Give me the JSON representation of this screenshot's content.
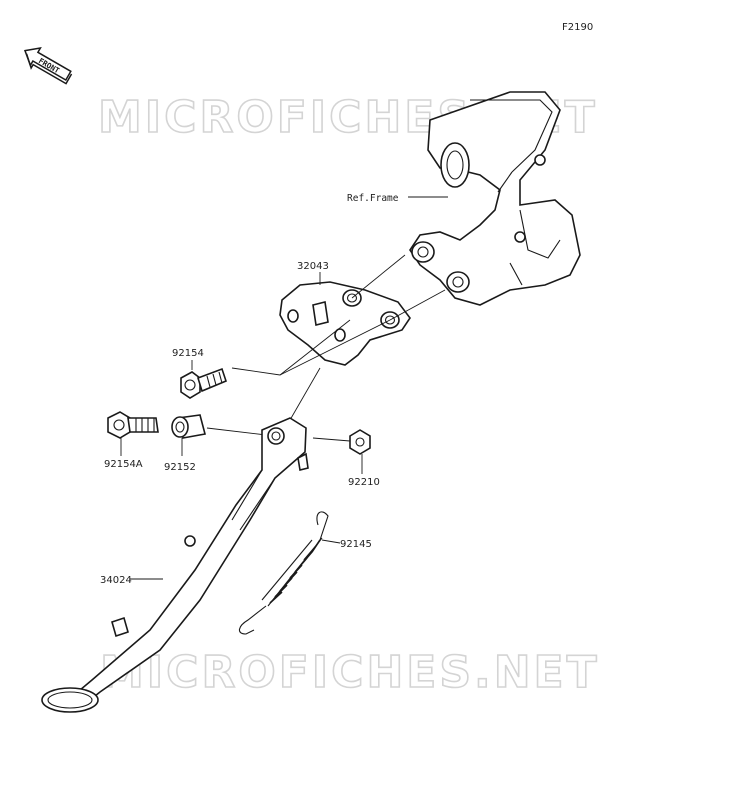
{
  "figure_code": "F2190",
  "front_marker": "FRONT",
  "watermark_text": "MICROFICHES.NET",
  "ref_label": "Ref.Frame",
  "parts": {
    "bracket": "32043",
    "bolt": "92154",
    "bolt_a": "92154A",
    "collar": "92152",
    "nut": "92210",
    "spring": "92145",
    "side_stand": "34024"
  }
}
